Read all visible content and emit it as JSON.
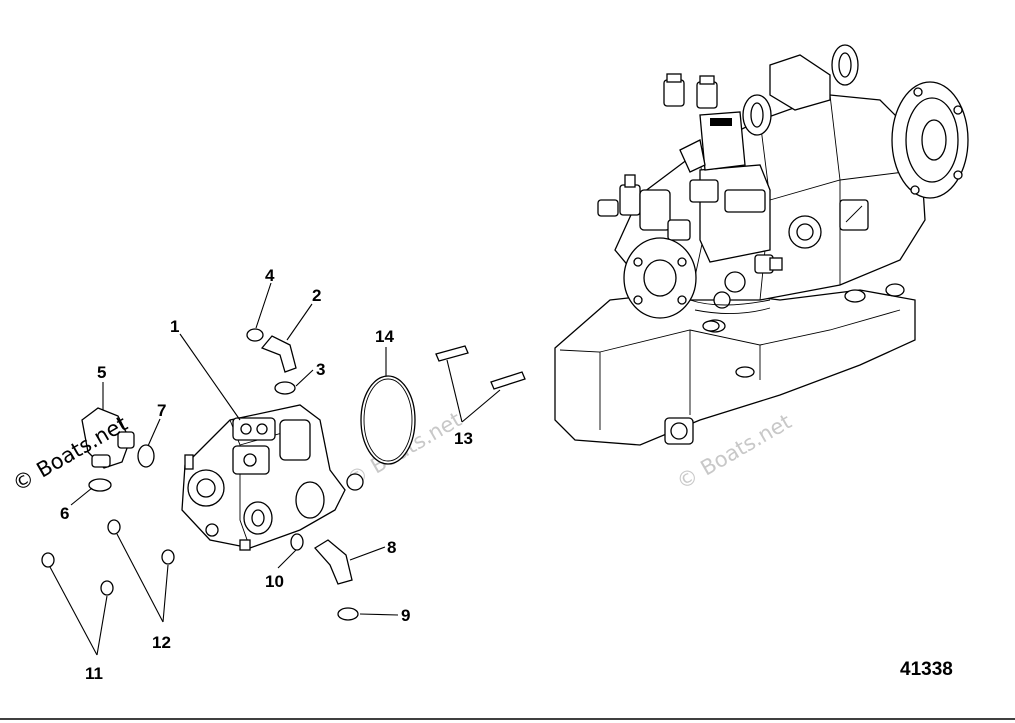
{
  "diagram": {
    "figure_number": "41338",
    "watermark_main": "© Boats.net",
    "watermark_faint": "© Boats.net",
    "callouts": {
      "c1": "1",
      "c2": "2",
      "c3": "3",
      "c4": "4",
      "c5": "5",
      "c6": "6",
      "c7": "7",
      "c8": "8",
      "c9": "9",
      "c10": "10",
      "c11": "11",
      "c12": "12",
      "c13": "13",
      "c14": "14"
    }
  }
}
